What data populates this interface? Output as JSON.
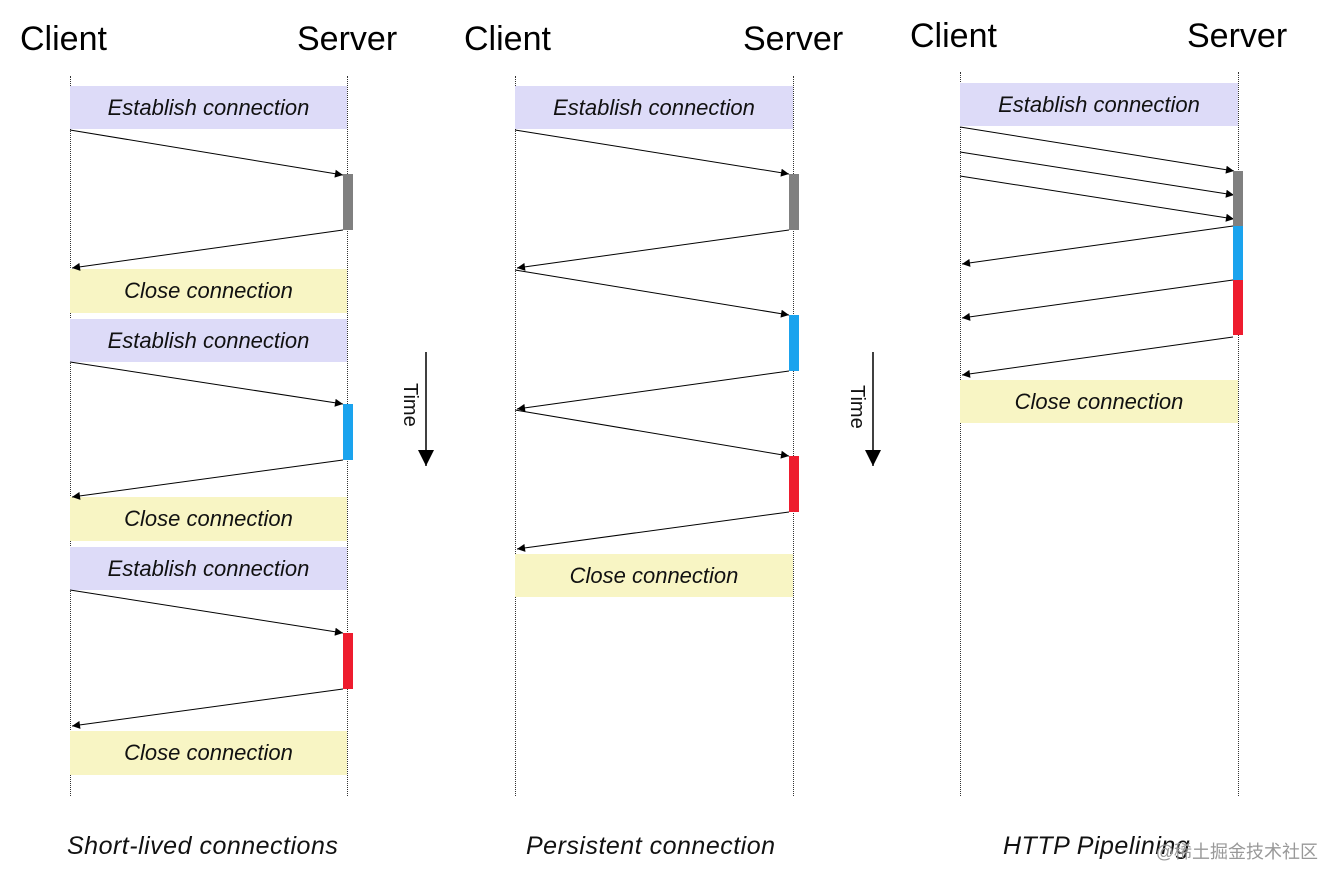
{
  "columns": [
    {
      "client_label": "Client",
      "server_label": "Server",
      "caption": "Short-lived connections",
      "boxes": [
        {
          "kind": "establish",
          "label": "Establish connection"
        },
        {
          "kind": "close",
          "label": "Close connection"
        },
        {
          "kind": "establish",
          "label": "Establish connection"
        },
        {
          "kind": "close",
          "label": "Close connection"
        },
        {
          "kind": "establish",
          "label": "Establish connection"
        },
        {
          "kind": "close",
          "label": "Close connection"
        }
      ]
    },
    {
      "client_label": "Client",
      "server_label": "Server",
      "caption": "Persistent connection",
      "boxes": [
        {
          "kind": "establish",
          "label": "Establish connection"
        },
        {
          "kind": "close",
          "label": "Close connection"
        }
      ]
    },
    {
      "client_label": "Client",
      "server_label": "Server",
      "caption": "HTTP Pipelining",
      "boxes": [
        {
          "kind": "establish",
          "label": "Establish connection"
        },
        {
          "kind": "close",
          "label": "Close connection"
        }
      ]
    }
  ],
  "time_label": "Time",
  "watermark": "@稀土掘金技术社区",
  "colors": {
    "establish_box": "#dddbf8",
    "close_box": "#f8f5c4",
    "processing_gray": "#808080",
    "processing_blue": "#1aa3ee",
    "processing_red": "#ee1c2e"
  }
}
